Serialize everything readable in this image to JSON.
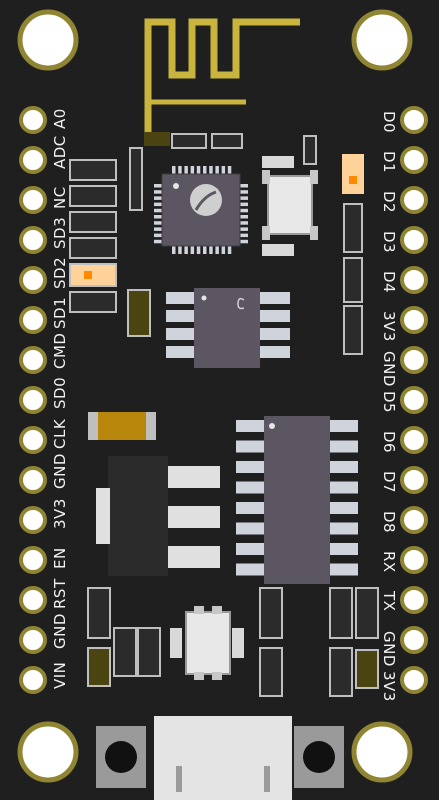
{
  "board": {
    "left_pins": [
      "A0",
      "ADC",
      "NC",
      "SD3",
      "SD2",
      "SD1",
      "CMD",
      "SD0",
      "CLK",
      "GND",
      "3V3",
      "EN",
      "RST",
      "GND",
      "VIN"
    ],
    "right_pins": [
      "D0",
      "D1",
      "D2",
      "D3",
      "D4",
      "3V3",
      "GND",
      "D5",
      "D6",
      "D7",
      "D8",
      "RX",
      "TX",
      "GND",
      "3V3"
    ]
  },
  "colors": {
    "pcb": "#1f1f1f",
    "gold": "#c9b43d",
    "pad_ring": "#8a7d2a",
    "chip": "#5b5661",
    "pin_silver": "#cfd3dc",
    "led_orange": "#ffcc80",
    "cap_tan": "#b8860b",
    "usb": "#e4e4e4"
  }
}
